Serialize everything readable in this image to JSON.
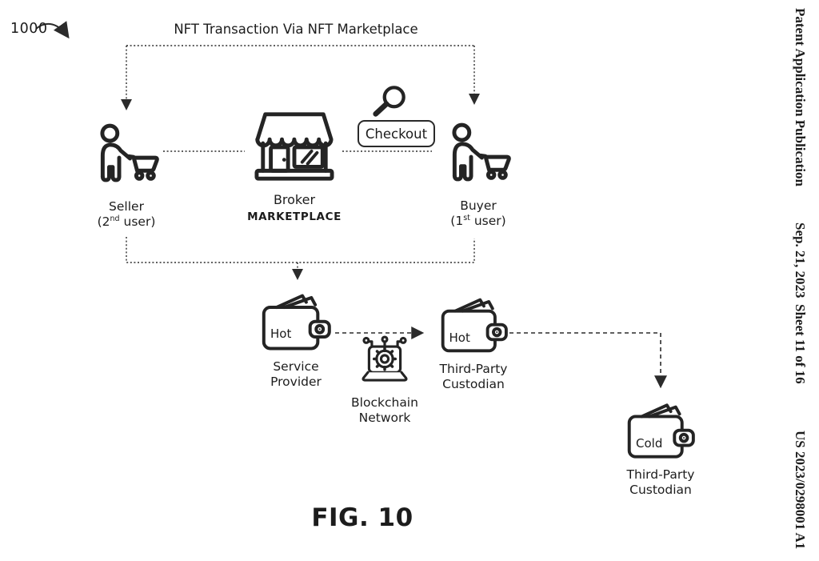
{
  "figure": {
    "reference_number": "1000",
    "title": "NFT Transaction Via NFT Marketplace",
    "caption": "FIG. 10"
  },
  "margin": {
    "publication": "Patent Application Publication",
    "date": "Sep. 21, 2023",
    "sheet": "Sheet 11 of 16",
    "doc_number": "US 2023/0298001 A1"
  },
  "nodes": {
    "seller": {
      "label": "Seller",
      "sub_prefix": "(2",
      "sub_sup": "nd",
      "sub_suffix": " user)"
    },
    "buyer": {
      "label": "Buyer",
      "sub_prefix": "(1",
      "sub_sup": "st",
      "sub_suffix": " user)"
    },
    "broker": {
      "label": "Broker",
      "sublabel": "MARKETPLACE"
    },
    "checkout": {
      "label": "Checkout"
    },
    "service_provider": {
      "wallet_type": "Hot",
      "line1": "Service",
      "line2": "Provider"
    },
    "blockchain": {
      "line1": "Blockchain",
      "line2": "Network"
    },
    "hot_custodian": {
      "wallet_type": "Hot",
      "line1": "Third-Party",
      "line2": "Custodian"
    },
    "cold_custodian": {
      "wallet_type": "Cold",
      "line1": "Third-Party",
      "line2": "Custodian"
    }
  },
  "colors": {
    "ink": "#1c1c1c",
    "stroke": "#2b2b2b",
    "background": "#ffffff"
  }
}
